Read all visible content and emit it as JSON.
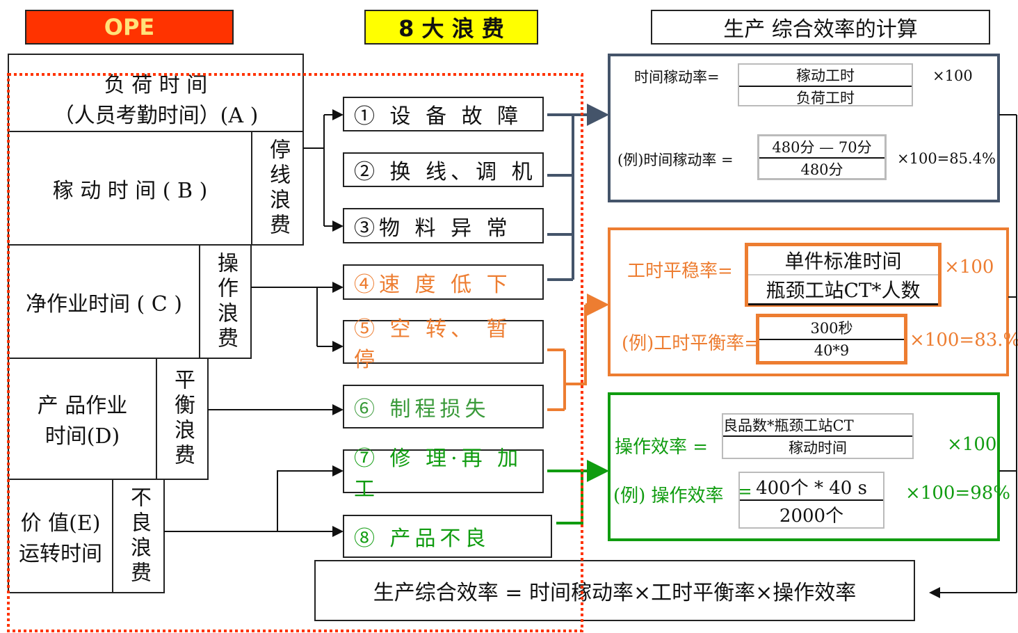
{
  "headers": {
    "ope": "OPE",
    "waste8": "8 大 浪 费",
    "calc": "生产 综合效率的计算"
  },
  "left_table": {
    "a_line1": "负 荷 时 间",
    "a_line2": "（人员考勤时间）(A )",
    "b": "稼 动 时 间 ( B )",
    "b_waste": "停线浪费",
    "c": "净作业时间 ( C )",
    "c_waste": "操作浪费",
    "d_line1": "产 品作业",
    "d_line2": "时间(D)",
    "d_waste": "平衡浪费",
    "e_line1": "价  值(E)",
    "e_line2": "运转时间",
    "e_waste": "不良浪费"
  },
  "wastes": [
    "① 设 备 故 障",
    "② 换  线、调 机",
    "③物 料 异 常",
    "④速  度  低  下",
    "⑤ 空 转、 暂 停",
    "⑥ 制程损失",
    "⑦ 修 理·再 加 工",
    "⑧ 产品不良"
  ],
  "colors": {
    "blue": "#44546a",
    "orange": "#ed7d31",
    "green": "#109c10",
    "red": "#ff3300",
    "yellow": "#ffff00"
  },
  "time_rate": {
    "label": "时间稼动率=",
    "num": "稼动工时",
    "den": "负荷工时",
    "mult": "×100",
    "ex_label": "(例)时间稼动率 =",
    "ex_num": "480分 — 70分",
    "ex_den": "480分",
    "ex_result": "×100=85.4%"
  },
  "balance_rate": {
    "label": "工时平稳率=",
    "num": "单件标准时间",
    "den": "瓶颈工站CT*人数",
    "mult": "×100",
    "ex_label": "(例)工时平衡率=",
    "ex_num": "300秒",
    "ex_den": "40*9",
    "ex_result": "×100=83.%"
  },
  "op_eff": {
    "label": "操作效率 =",
    "num": "良品数*瓶颈工站CT",
    "den": "稼动时间",
    "mult": "×100",
    "ex_label": "(例) 操作效率",
    "ex_eq": "=",
    "ex_num": "400个 * 40  s",
    "ex_den": "2000个",
    "ex_result": "×100=98%"
  },
  "overall": "生产综合效率 = 时间稼动率×工时平衡率×操作效率"
}
